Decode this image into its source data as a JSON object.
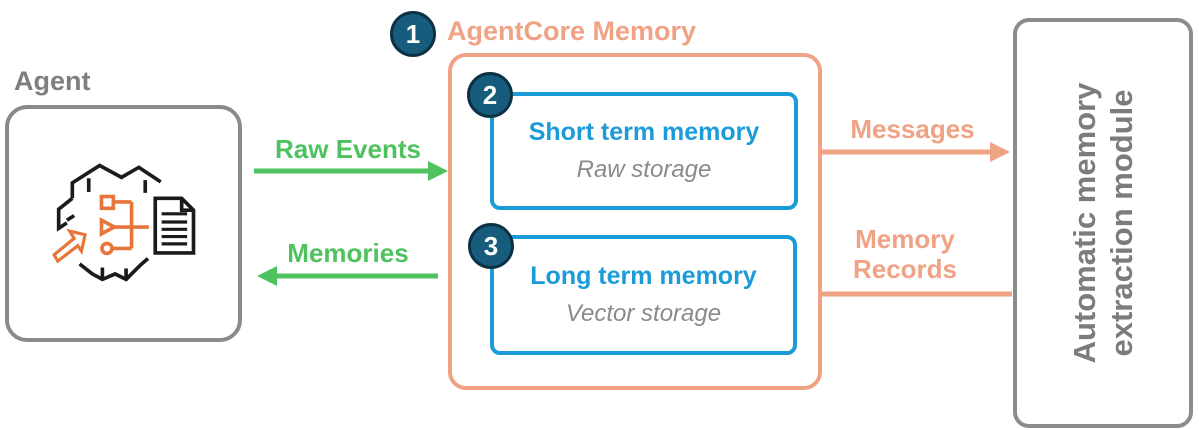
{
  "diagram": {
    "agent": {
      "label": "Agent"
    },
    "flows": {
      "raw_events": "Raw Events",
      "memories": "Memories",
      "messages": "Messages",
      "memory_records": "Memory Records"
    },
    "agentcore": {
      "badge": "1",
      "title": "AgentCore Memory",
      "short_term": {
        "badge": "2",
        "title": "Short term memory",
        "subtitle": "Raw storage"
      },
      "long_term": {
        "badge": "3",
        "title": "Long term memory",
        "subtitle": "Vector storage"
      }
    },
    "extraction_module": {
      "line1": "Automatic memory",
      "line2": "extraction module"
    },
    "icons": {
      "agent_icon": "aws-bedrock-agent-icon"
    },
    "colors": {
      "salmon": "#F0A284",
      "green": "#4EC25F",
      "blue": "#1B9BD8",
      "gray": "#7E7E7E",
      "badge_fill": "#175C7C",
      "badge_border": "#0D3144",
      "icon_orange": "#E8763B",
      "icon_black": "#1B1B1B"
    }
  }
}
